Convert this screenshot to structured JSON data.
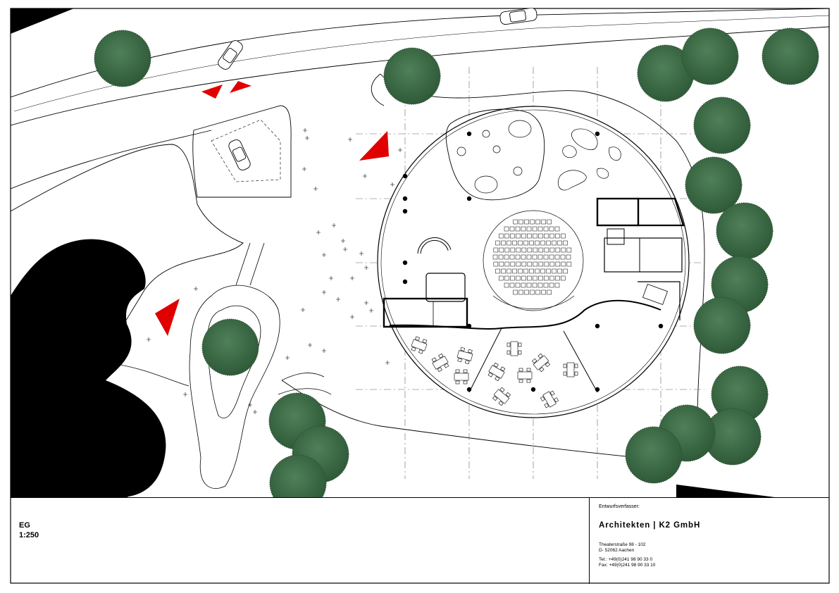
{
  "drawing": {
    "north_marker_color": "#e00000",
    "tree_color": "#3e6b47",
    "building_mass_color": "#000000"
  },
  "title_block": {
    "plan_name": "EG",
    "scale": "1:250",
    "author_label": "Entwurfsverfasser:",
    "firm": "Architekten | K2 GmbH",
    "street": "Theaterstraße 98 - 102",
    "city": "D- 52062 Aachen",
    "tel": "Tel.: +49(0)241 98 90 33 0",
    "fax": "Fax: +49(0)241 98 90 33 10"
  }
}
